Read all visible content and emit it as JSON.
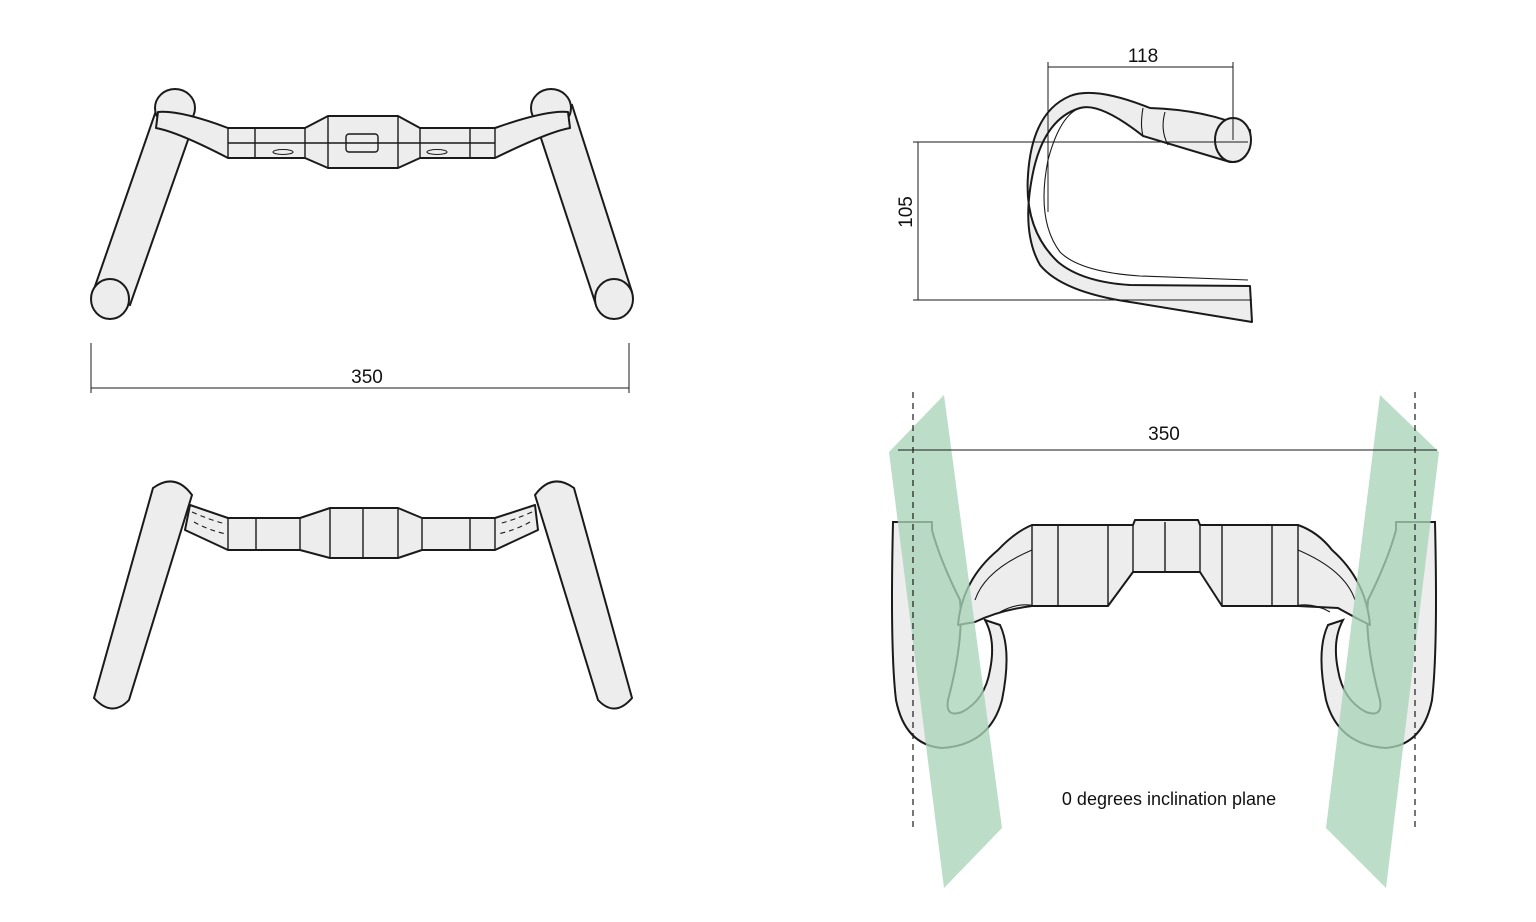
{
  "dimensions": {
    "top_view_width": "350",
    "side_view_reach": "118",
    "side_view_drop": "105",
    "front_view_width": "350"
  },
  "annotations": {
    "inclination_note": "0 degrees inclination plane"
  },
  "colors": {
    "line": "#1a1a1a",
    "fill": "#ededed",
    "plane": "#a9d3b9"
  }
}
